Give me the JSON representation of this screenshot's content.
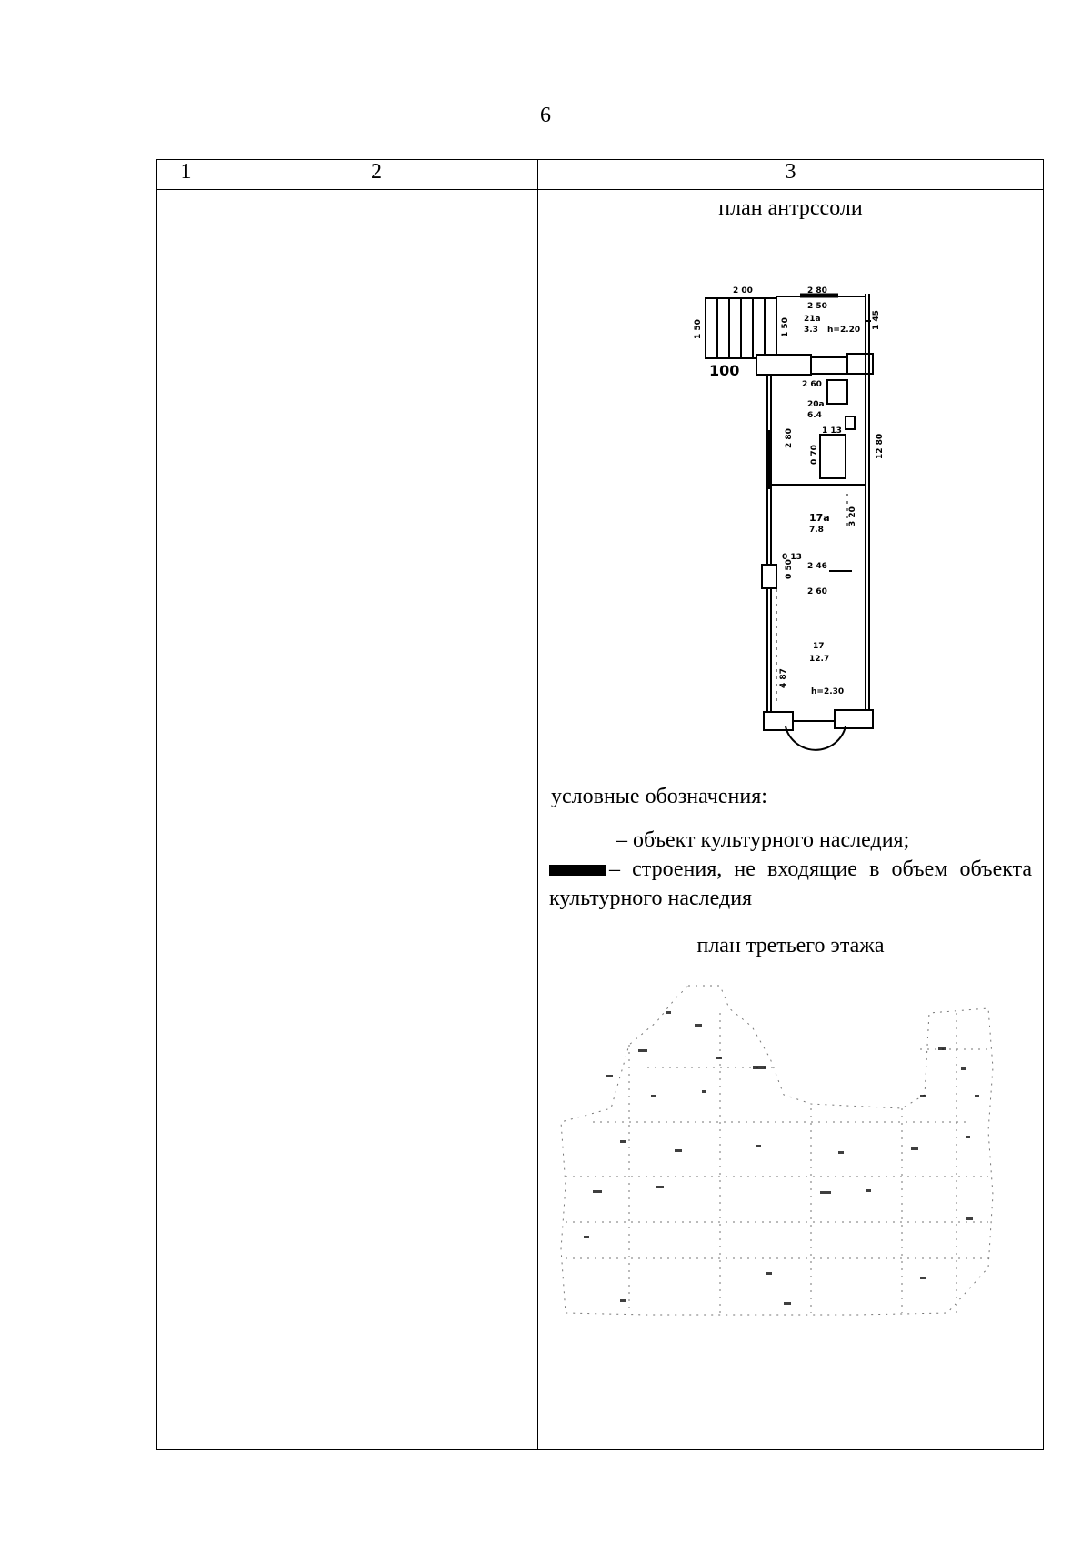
{
  "page": {
    "number": "6"
  },
  "table": {
    "headers": [
      "1",
      "2",
      "3"
    ]
  },
  "mezzanine_plan": {
    "title": "план антрссоли",
    "labels": {
      "dim_stairs_w": "2 00",
      "dim_top": "2 80",
      "dim_left": "1 50",
      "dim_room_w": "2 50",
      "dim_room_h": "1 50",
      "dim_right_top": "1 45",
      "room_21a": "21а",
      "room_21a_area": "3.3",
      "height_1": "h=2.20",
      "stair_num": "100",
      "dim_mid": "2 60",
      "room_20a": "20а",
      "room_20a_area": "6.4",
      "dim_side": "2 80",
      "dim_small": "1 13",
      "dim_070": "0 70",
      "dim_right": "12 80",
      "room_17a": "17а",
      "room_17a_area": "7.8",
      "dim_320": "3 20",
      "dim_013": "0 13",
      "dim_050": "0 50",
      "dim_246": "2 46",
      "dim_260": "2 60",
      "room_17": "17",
      "room_17_area": "12.7",
      "dim_487": "4 87",
      "height_2": "h=2.30"
    }
  },
  "legend": {
    "heading": "условные обозначения:",
    "item1": "– объект культурного наследия;",
    "item2": "– строения, не входящие в объем объекта культурного наследия"
  },
  "third_floor_plan": {
    "title": "план третьего этажа"
  }
}
